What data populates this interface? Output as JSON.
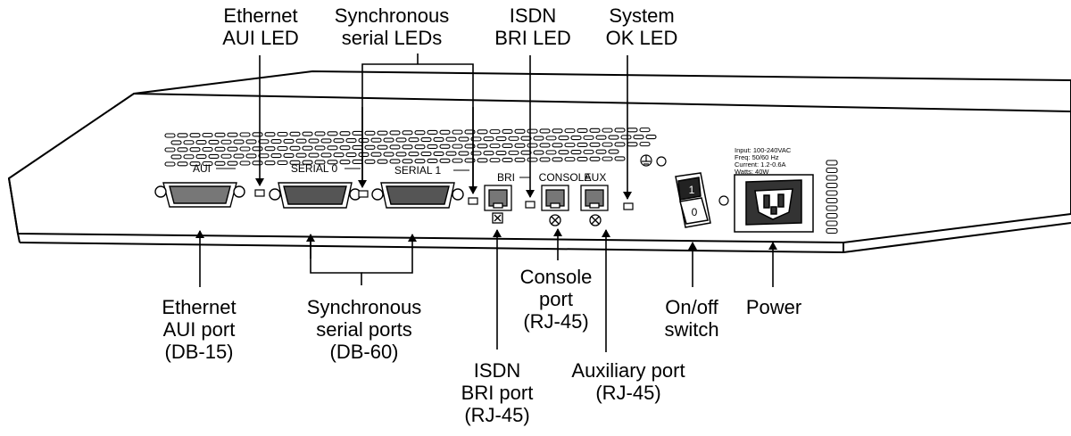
{
  "callouts": {
    "ethernet_aui_led": [
      "Ethernet",
      "AUI LED"
    ],
    "sync_serial_leds": [
      "Synchronous",
      "serial LEDs"
    ],
    "isdn_bri_led": [
      "ISDN",
      "BRI LED"
    ],
    "system_ok_led": [
      "System",
      "OK LED"
    ],
    "ethernet_aui_port": [
      "Ethernet",
      "AUI port",
      "(DB-15)"
    ],
    "sync_serial_ports": [
      "Synchronous",
      "serial ports",
      "(DB-60)"
    ],
    "isdn_bri_port": [
      "ISDN",
      "BRI port",
      "(RJ-45)"
    ],
    "console_port": [
      "Console",
      "port",
      "(RJ-45)"
    ],
    "auxiliary_port": [
      "Auxiliary port",
      "(RJ-45)"
    ],
    "onoff_switch": [
      "On/off",
      "switch"
    ],
    "power": [
      "Power"
    ]
  },
  "panel_labels": {
    "aui": "AUI",
    "serial0": "SERIAL 0",
    "serial1": "SERIAL 1",
    "bri": "BRI",
    "console": "CONSOLE",
    "aux": "AUX",
    "switch_on": "1",
    "switch_off": "0",
    "power_rating": [
      "Input: 100-240VAC",
      "Freq: 50/60 Hz",
      "Current: 1.2-0.6A",
      "Watts: 40W"
    ]
  }
}
